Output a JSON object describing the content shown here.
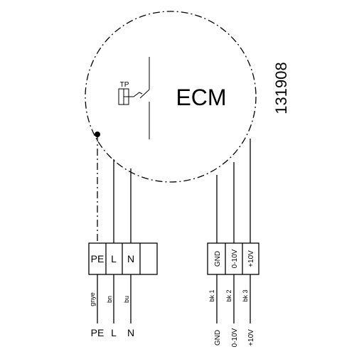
{
  "motor": {
    "label": "ECM",
    "code": "131908",
    "thermal_protector_label": "TP"
  },
  "mains": {
    "terminals": [
      "PE",
      "L",
      "N",
      ""
    ],
    "wire_colors": [
      "gnye",
      "bn",
      "bu"
    ],
    "outputs": [
      "PE",
      "L",
      "N"
    ]
  },
  "control": {
    "terminals": [
      "GND",
      "0-10V",
      "+10V"
    ],
    "wire_colors": [
      "bk 1",
      "bk 2",
      "bk 3"
    ],
    "outputs": [
      "GND",
      "0-10V",
      "+10V"
    ]
  }
}
